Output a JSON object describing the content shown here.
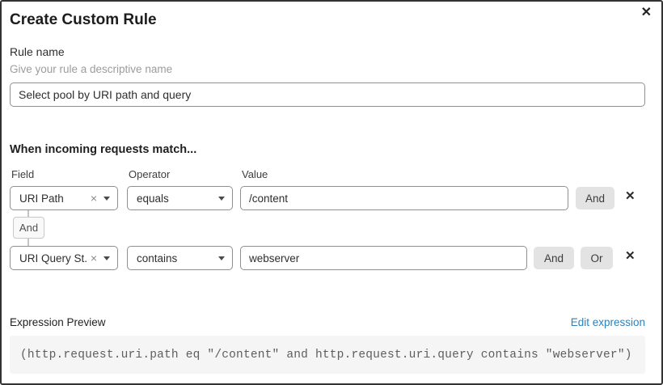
{
  "dialog": {
    "title": "Create Custom Rule"
  },
  "icons": {
    "close": "✕",
    "remove": "✕",
    "clear": "×"
  },
  "rule_name": {
    "label": "Rule name",
    "hint": "Give your rule a descriptive name",
    "value": "Select pool by URI path and query"
  },
  "matcher": {
    "heading": "When incoming requests match...",
    "columns": {
      "field": "Field",
      "operator": "Operator",
      "value": "Value"
    },
    "connector": "And",
    "and_label": "And",
    "or_label": "Or",
    "rows": [
      {
        "field": "URI Path",
        "operator": "equals",
        "value": "/content"
      },
      {
        "field": "URI Query St...",
        "operator": "contains",
        "value": "webserver"
      }
    ]
  },
  "preview": {
    "label": "Expression Preview",
    "edit_link": "Edit expression",
    "expression": "(http.request.uri.path eq \"/content\" and http.request.uri.query contains \"webserver\")"
  },
  "colors": {
    "link": "#2f7fb8",
    "input_border": "#8f8f8f",
    "button_bg": "#e3e3e3",
    "code_bg": "#f5f5f5",
    "dialog_border": "#333333"
  }
}
